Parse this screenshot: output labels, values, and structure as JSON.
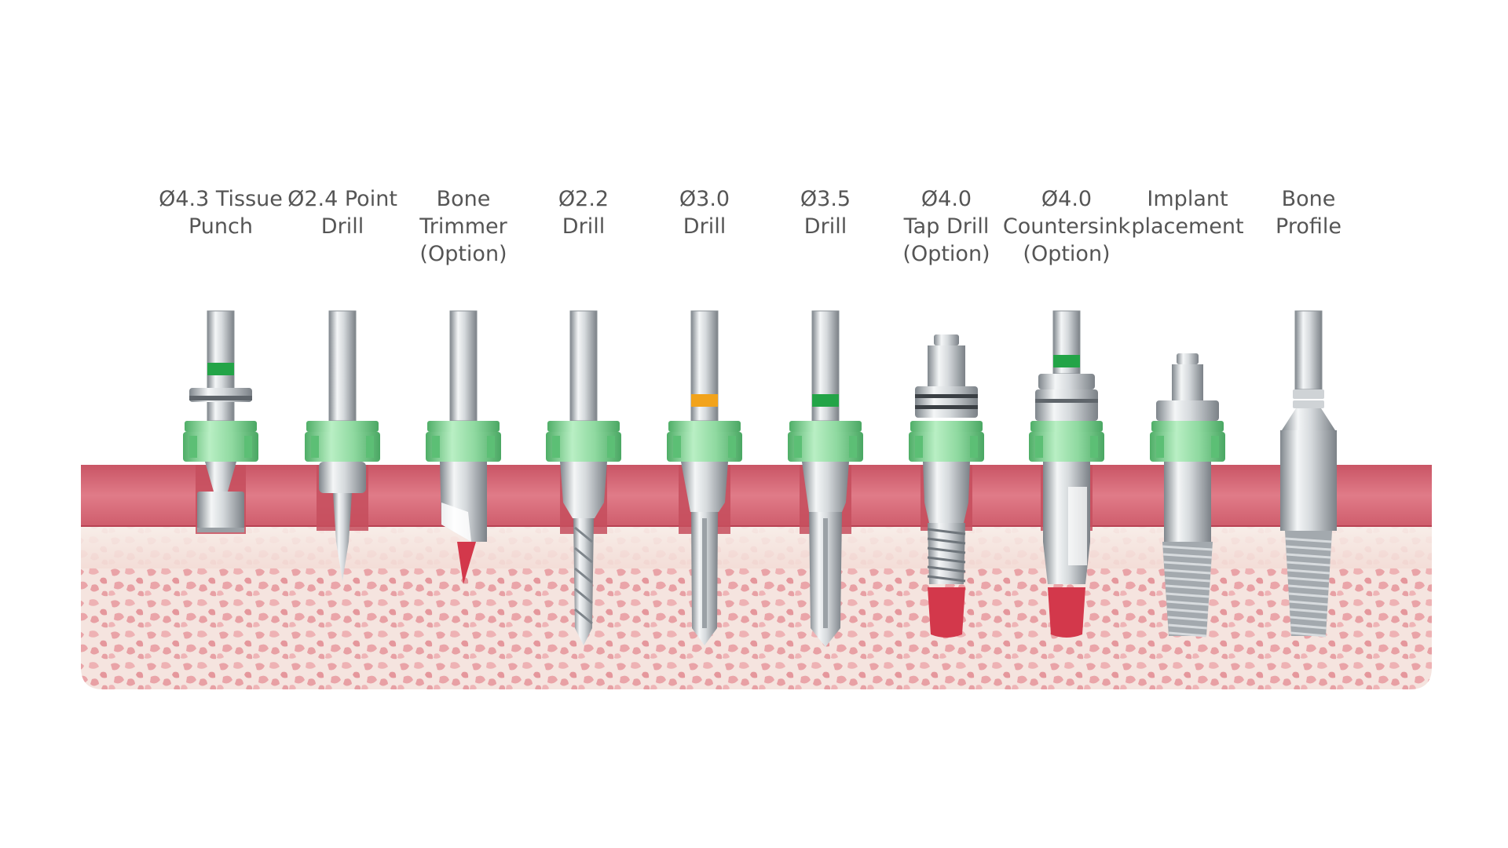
{
  "title": "",
  "colors": {
    "gingiva": "#dd6f7d",
    "gingiva_dark": "#c64d5d",
    "bone_base": "#f4ded9",
    "bone_pink": "#e79a9f",
    "bone_light": "#f7ebe6",
    "collar_green": "#8fd9a0",
    "collar_green_dark": "#53b56d",
    "marker_green": "#23a447",
    "marker_orange": "#f2a31b",
    "steel_light": "#eef0f2",
    "steel_dark": "#8d9399",
    "osteotomy_red": "#d3384b",
    "label_text": "#555555"
  },
  "steps": [
    {
      "lines": [
        "Ø4.3 Tissue",
        "Punch"
      ],
      "tool": "tissue-punch",
      "marker": "green"
    },
    {
      "lines": [
        "Ø2.4 Point",
        "Drill"
      ],
      "tool": "point-drill",
      "marker": "none"
    },
    {
      "lines": [
        "Bone",
        "Trimmer",
        "(Option)"
      ],
      "tool": "bone-trimmer",
      "marker": "none"
    },
    {
      "lines": [
        "Ø2.2",
        "Drill"
      ],
      "tool": "twist-drill",
      "marker": "none"
    },
    {
      "lines": [
        "Ø3.0",
        "Drill"
      ],
      "tool": "drill-3-0",
      "marker": "orange"
    },
    {
      "lines": [
        "Ø3.5",
        "Drill"
      ],
      "tool": "drill-3-5",
      "marker": "green"
    },
    {
      "lines": [
        "Ø4.0",
        "Tap Drill",
        "(Option)"
      ],
      "tool": "tap-drill",
      "marker": "none"
    },
    {
      "lines": [
        "Ø4.0",
        "Countersink",
        "(Option)"
      ],
      "tool": "countersink",
      "marker": "green"
    },
    {
      "lines": [
        "Implant",
        "placement"
      ],
      "tool": "implant",
      "marker": "none"
    },
    {
      "lines": [
        "Bone",
        "Profile"
      ],
      "tool": "bone-profiler",
      "marker": "none"
    }
  ]
}
